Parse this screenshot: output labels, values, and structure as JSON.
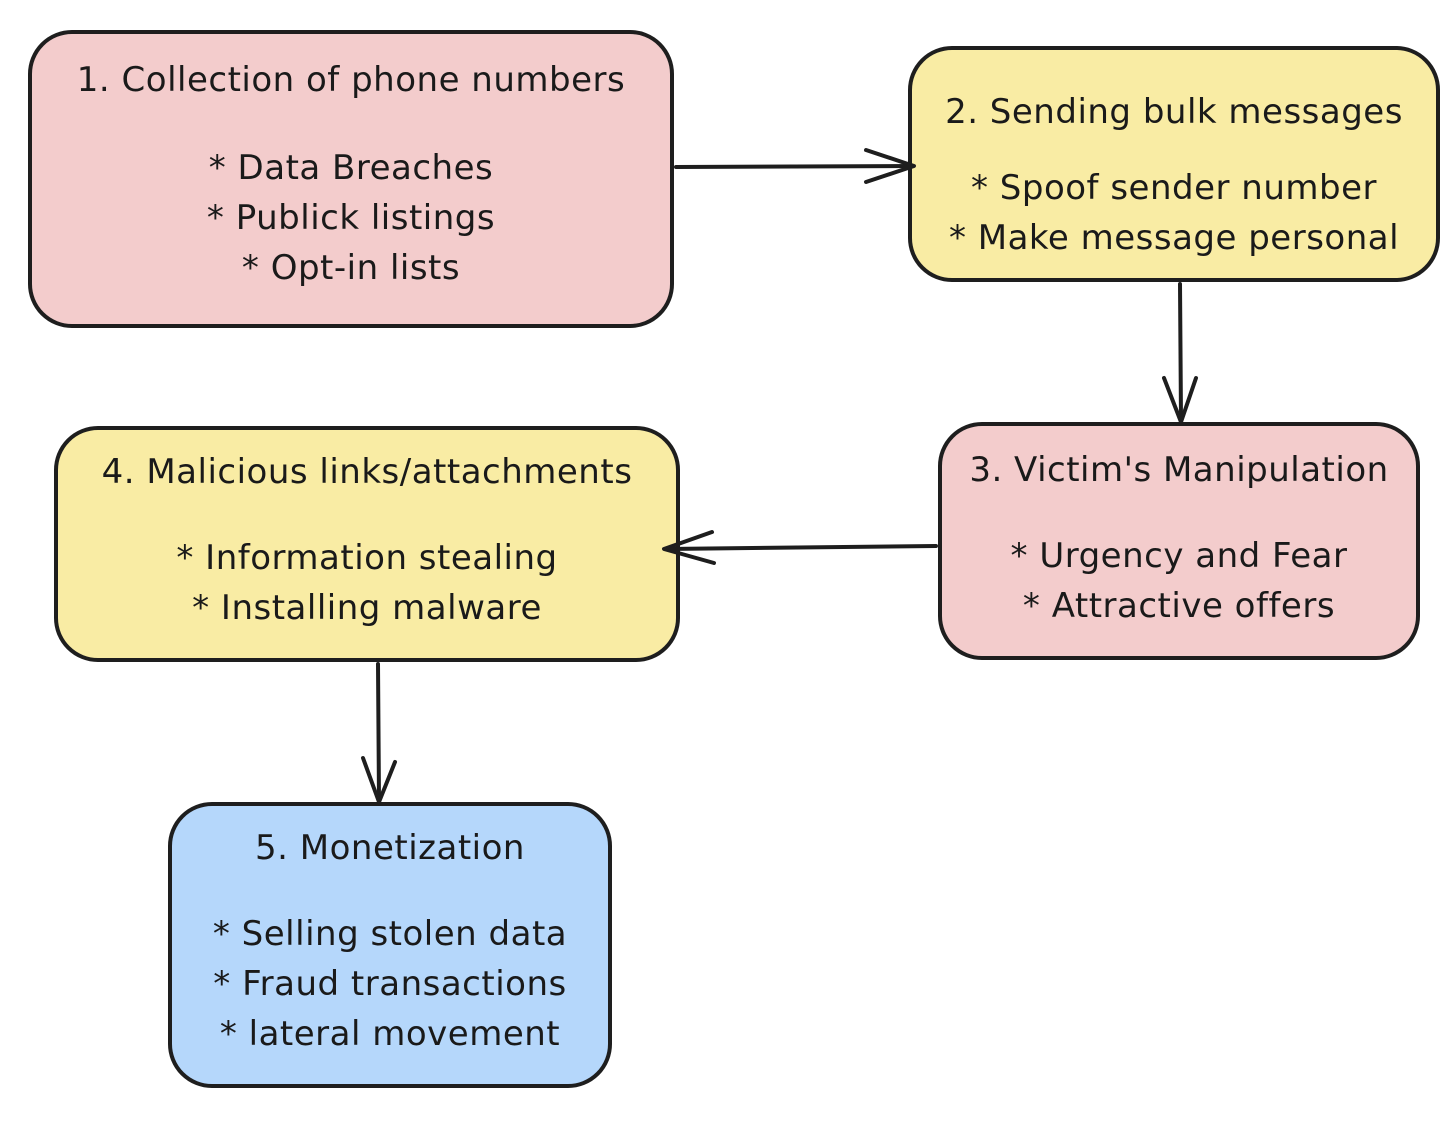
{
  "colors": {
    "pink": "#f3cccc",
    "yellow": "#f9eca4",
    "blue": "#b5d7fb",
    "stroke": "#1e1e1e"
  },
  "nodes": [
    {
      "title": "1. Collection of phone numbers",
      "items": [
        "* Data Breaches",
        "* Publick listings",
        "* Opt-in lists"
      ],
      "color": "#f3cccc"
    },
    {
      "title": "2. Sending bulk messages",
      "items": [
        "* Spoof sender number",
        "* Make message personal"
      ],
      "color": "#f9eca4"
    },
    {
      "title": "3. Victim's Manipulation",
      "items": [
        "* Urgency and Fear",
        "* Attractive offers"
      ],
      "color": "#f3cccc"
    },
    {
      "title": "4. Malicious links/attachments",
      "items": [
        "* Information stealing",
        "* Installing malware"
      ],
      "color": "#f9eca4"
    },
    {
      "title": "5. Monetization",
      "items": [
        "* Selling stolen data",
        "* Fraud transactions",
        "* lateral movement"
      ],
      "color": "#b5d7fb"
    }
  ],
  "edges": [
    {
      "from": 1,
      "to": 2
    },
    {
      "from": 2,
      "to": 3
    },
    {
      "from": 3,
      "to": 4
    },
    {
      "from": 4,
      "to": 5
    }
  ]
}
